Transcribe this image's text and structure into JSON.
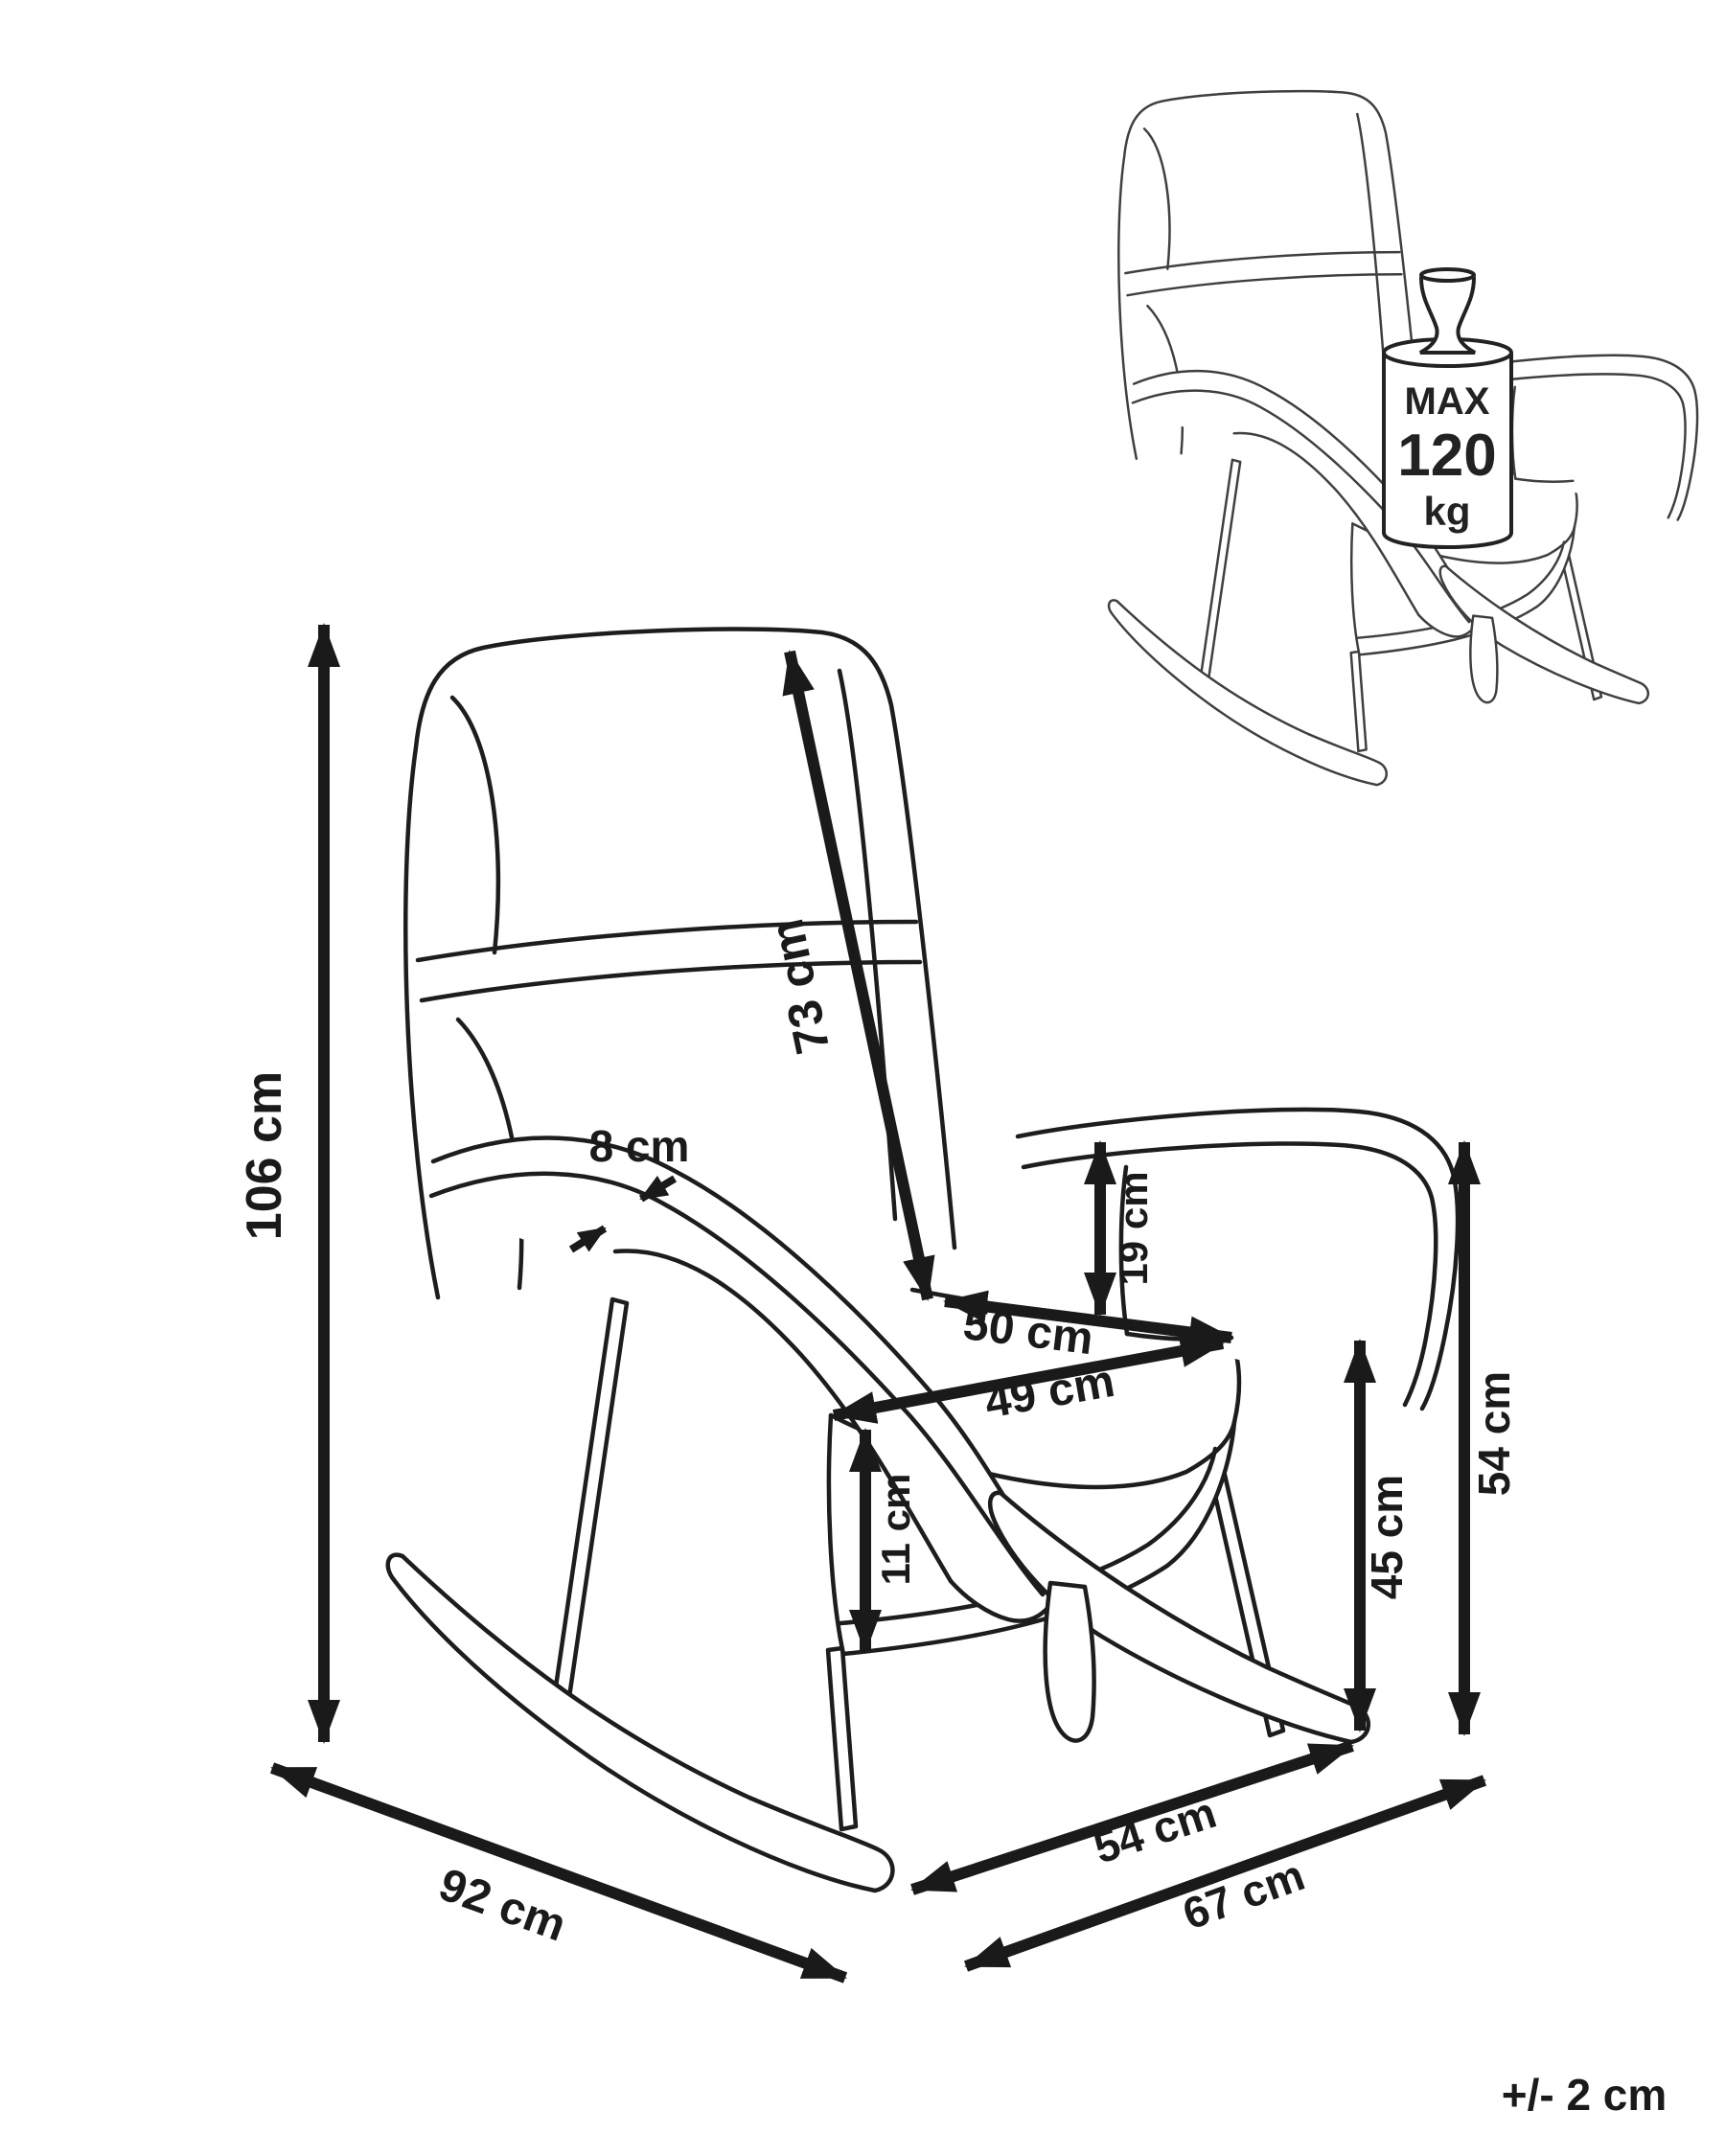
{
  "title": "Rocking chair dimension diagram",
  "colors": {
    "line": "#1d1d1d",
    "small_chair_line": "#3f3f3f",
    "dimension": "#1a1a1a",
    "background": "#ffffff"
  },
  "dimensions": {
    "total_height": "106 cm",
    "backrest_length": "73 cm",
    "armrest_thickness": "8 cm",
    "armrest_height_above_seat": "19 cm",
    "seat_width_back": "50 cm",
    "seat_width_front": "49 cm",
    "seat_cushion_thickness": "11 cm",
    "seat_height": "45 cm",
    "armrest_height_floor": "54 cm",
    "rocker_spacing": "54 cm",
    "base_depth": "67 cm",
    "total_depth": "92 cm",
    "tolerance": "+/- 2 cm"
  },
  "weight_limit": {
    "label": "MAX",
    "value": "120",
    "unit": "kg"
  }
}
